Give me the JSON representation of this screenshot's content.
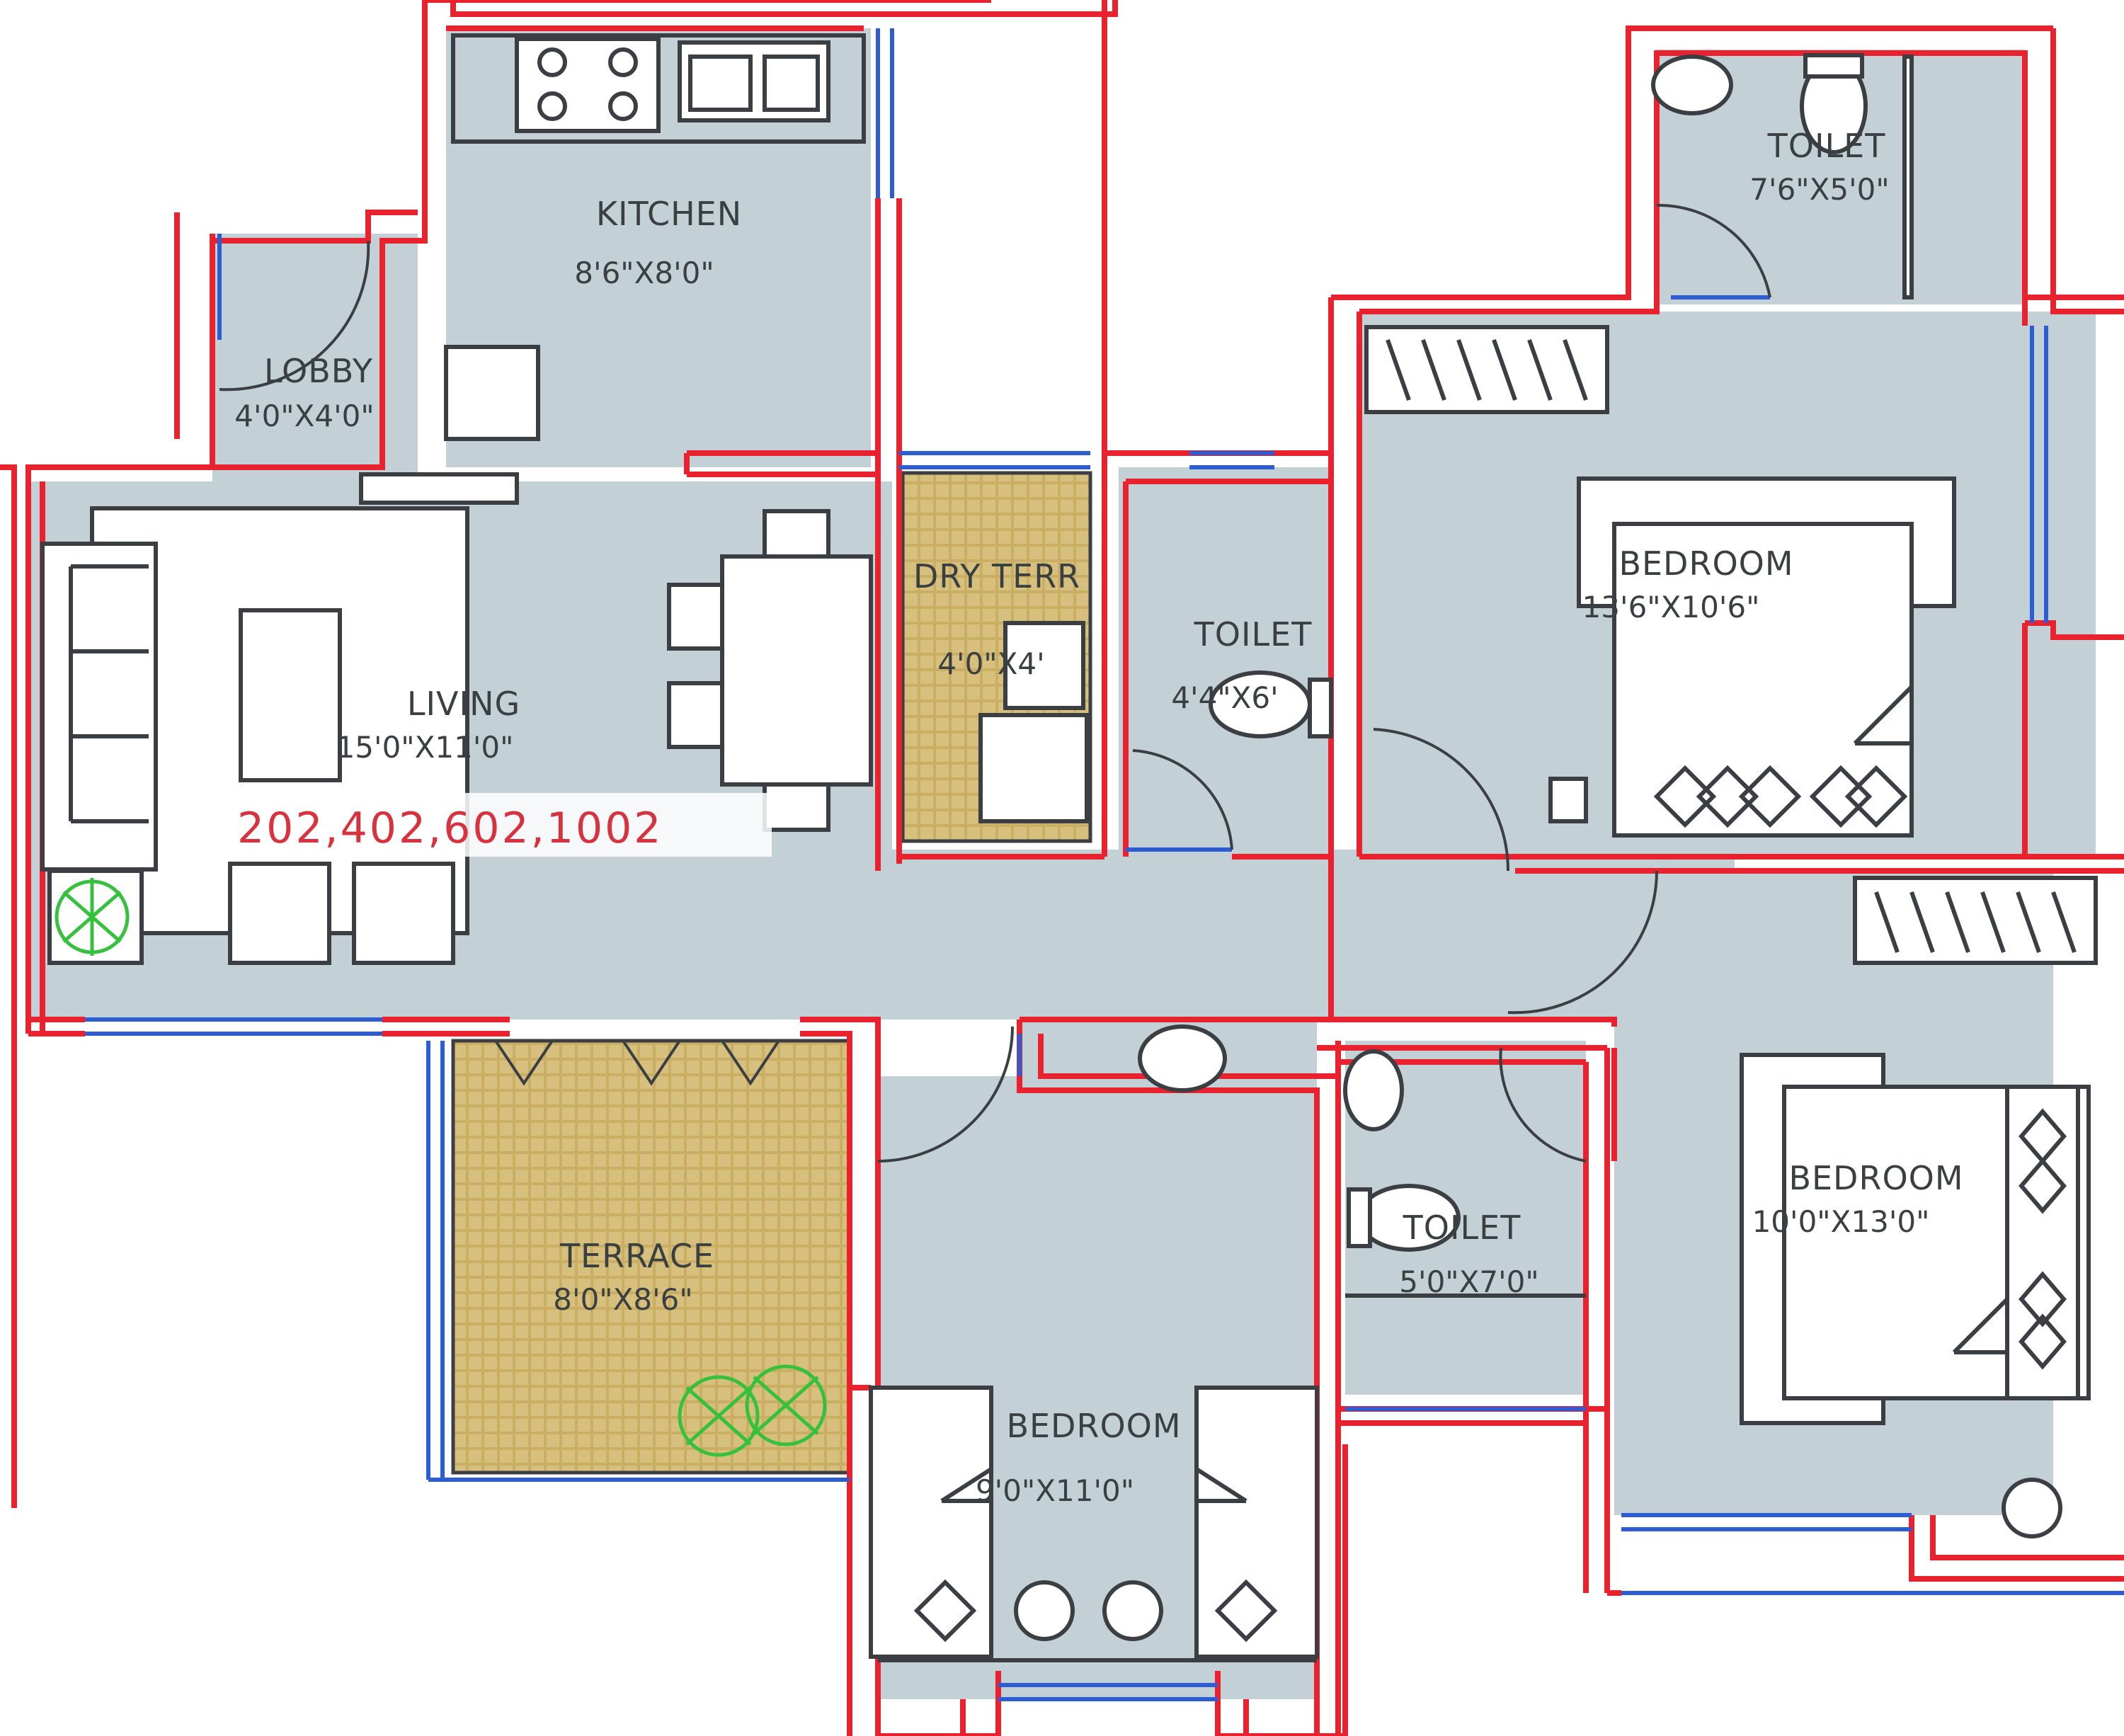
{
  "rooms": {
    "kitchen": {
      "name": "KITCHEN",
      "dims": "8'6\"X8'0\""
    },
    "lobby": {
      "name": "LOBBY",
      "dims": "4'0\"X4'0\""
    },
    "living": {
      "name": "LIVING",
      "dims": "15'0\"X11'0\""
    },
    "dry_terrace": {
      "name": "DRY TERR",
      "dims": "4'0\"X4'"
    },
    "toilet_mid": {
      "name": "TOILET",
      "dims": "4'4\"X6'"
    },
    "toilet_top": {
      "name": "TOILET",
      "dims": "7'6\"X5'0\""
    },
    "bedroom_master": {
      "name": "BEDROOM",
      "dims": "13'6\"X10'6\""
    },
    "bedroom_right": {
      "name": "BEDROOM",
      "dims": "10'0\"X13'0\""
    },
    "toilet_lower": {
      "name": "TOILET",
      "dims": "5'0\"X7'0\""
    },
    "terrace": {
      "name": "TERRACE",
      "dims": "8'0\"X8'6\""
    },
    "bedroom_bottom": {
      "name": "BEDROOM",
      "dims": "9'0\"X11'0\""
    }
  },
  "unit_numbers": "202,402,602,1002",
  "colors": {
    "floor": "#c3d1d6",
    "wall_outline": "#e8222f",
    "window": "#2c5dd4",
    "tile": "#c9b06a",
    "plant": "#35c13c",
    "unit_tag": "#d8323f"
  }
}
